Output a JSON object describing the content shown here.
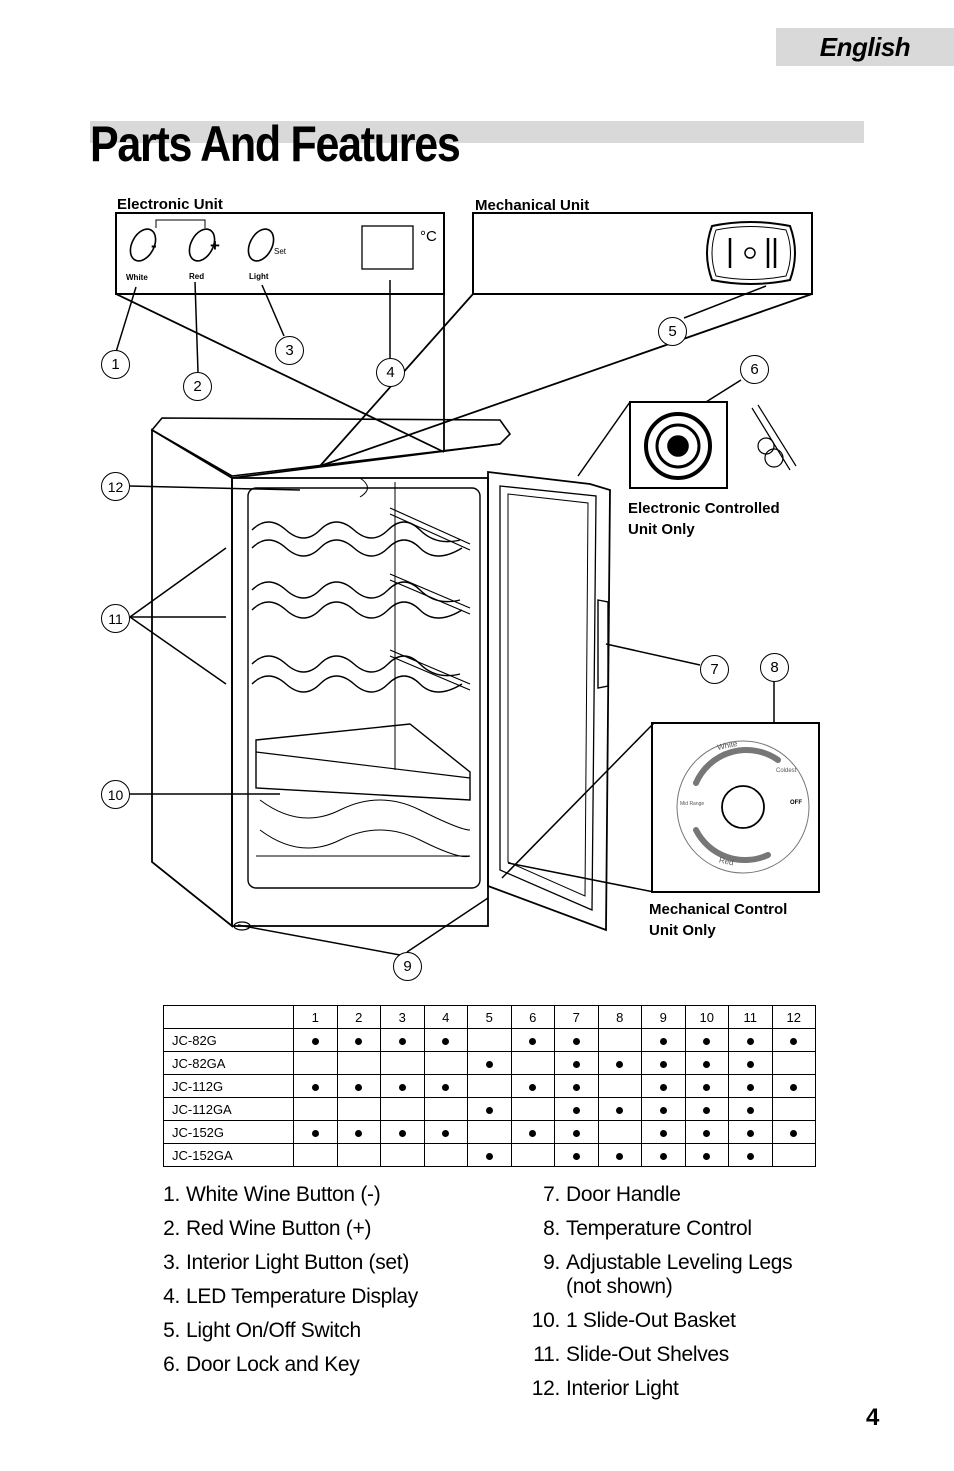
{
  "header": {
    "language": "English"
  },
  "page": {
    "title": "Parts And Features",
    "number": "4"
  },
  "diagram": {
    "electronic_unit_label": "Electronic Unit",
    "mechanical_unit_label": "Mechanical Unit",
    "electronic_panel": {
      "minus": "-",
      "plus": "+",
      "white": "White",
      "red": "Red",
      "light": "Light",
      "set": "Set",
      "celsius": "°C"
    },
    "electronic_lock_label_1": "Electronic Controlled",
    "electronic_lock_label_2": "Unit Only",
    "mechanical_control_label_1": "Mechanical Control",
    "mechanical_control_label_2": "Unit Only",
    "dial": {
      "white": "White",
      "coldest": "Coldest",
      "mid_range": "Mid Range",
      "off": "OFF",
      "red": "Red"
    },
    "callouts": [
      "1",
      "2",
      "3",
      "4",
      "5",
      "6",
      "7",
      "8",
      "9",
      "10",
      "11",
      "12"
    ]
  },
  "model_table": {
    "columns": [
      "1",
      "2",
      "3",
      "4",
      "5",
      "6",
      "7",
      "8",
      "9",
      "10",
      "11",
      "12"
    ],
    "rows": [
      {
        "model": "JC-82G",
        "features": [
          1,
          1,
          1,
          1,
          0,
          1,
          1,
          0,
          1,
          1,
          1,
          1
        ]
      },
      {
        "model": "JC-82GA",
        "features": [
          0,
          0,
          0,
          0,
          1,
          0,
          1,
          1,
          1,
          1,
          1,
          0
        ]
      },
      {
        "model": "JC-112G",
        "features": [
          1,
          1,
          1,
          1,
          0,
          1,
          1,
          0,
          1,
          1,
          1,
          1
        ]
      },
      {
        "model": "JC-112GA",
        "features": [
          0,
          0,
          0,
          0,
          1,
          0,
          1,
          1,
          1,
          1,
          1,
          0
        ]
      },
      {
        "model": "JC-152G",
        "features": [
          1,
          1,
          1,
          1,
          0,
          1,
          1,
          0,
          1,
          1,
          1,
          1
        ]
      },
      {
        "model": "JC-152GA",
        "features": [
          0,
          0,
          0,
          0,
          1,
          0,
          1,
          1,
          1,
          1,
          1,
          0
        ]
      }
    ]
  },
  "parts_left": [
    {
      "num": "1.",
      "text": "White Wine Button (-)"
    },
    {
      "num": "2.",
      "text": "Red Wine Button (+)"
    },
    {
      "num": "3.",
      "text": "Interior Light Button (set)"
    },
    {
      "num": "4.",
      "text": "LED Temperature Display"
    },
    {
      "num": "5.",
      "text": "Light On/Off Switch"
    },
    {
      "num": "6.",
      "text": "Door Lock and Key"
    }
  ],
  "parts_right": [
    {
      "num": "7.",
      "text": "Door Handle"
    },
    {
      "num": "8.",
      "text": "Temperature Control"
    },
    {
      "num": "9.",
      "text": "Adjustable Leveling Legs"
    },
    {
      "num": "",
      "text": "(not shown)"
    },
    {
      "num": "10.",
      "text": "1 Slide-Out Basket"
    },
    {
      "num": "11.",
      "text": "Slide-Out Shelves"
    },
    {
      "num": "12.",
      "text": "Interior Light"
    }
  ]
}
